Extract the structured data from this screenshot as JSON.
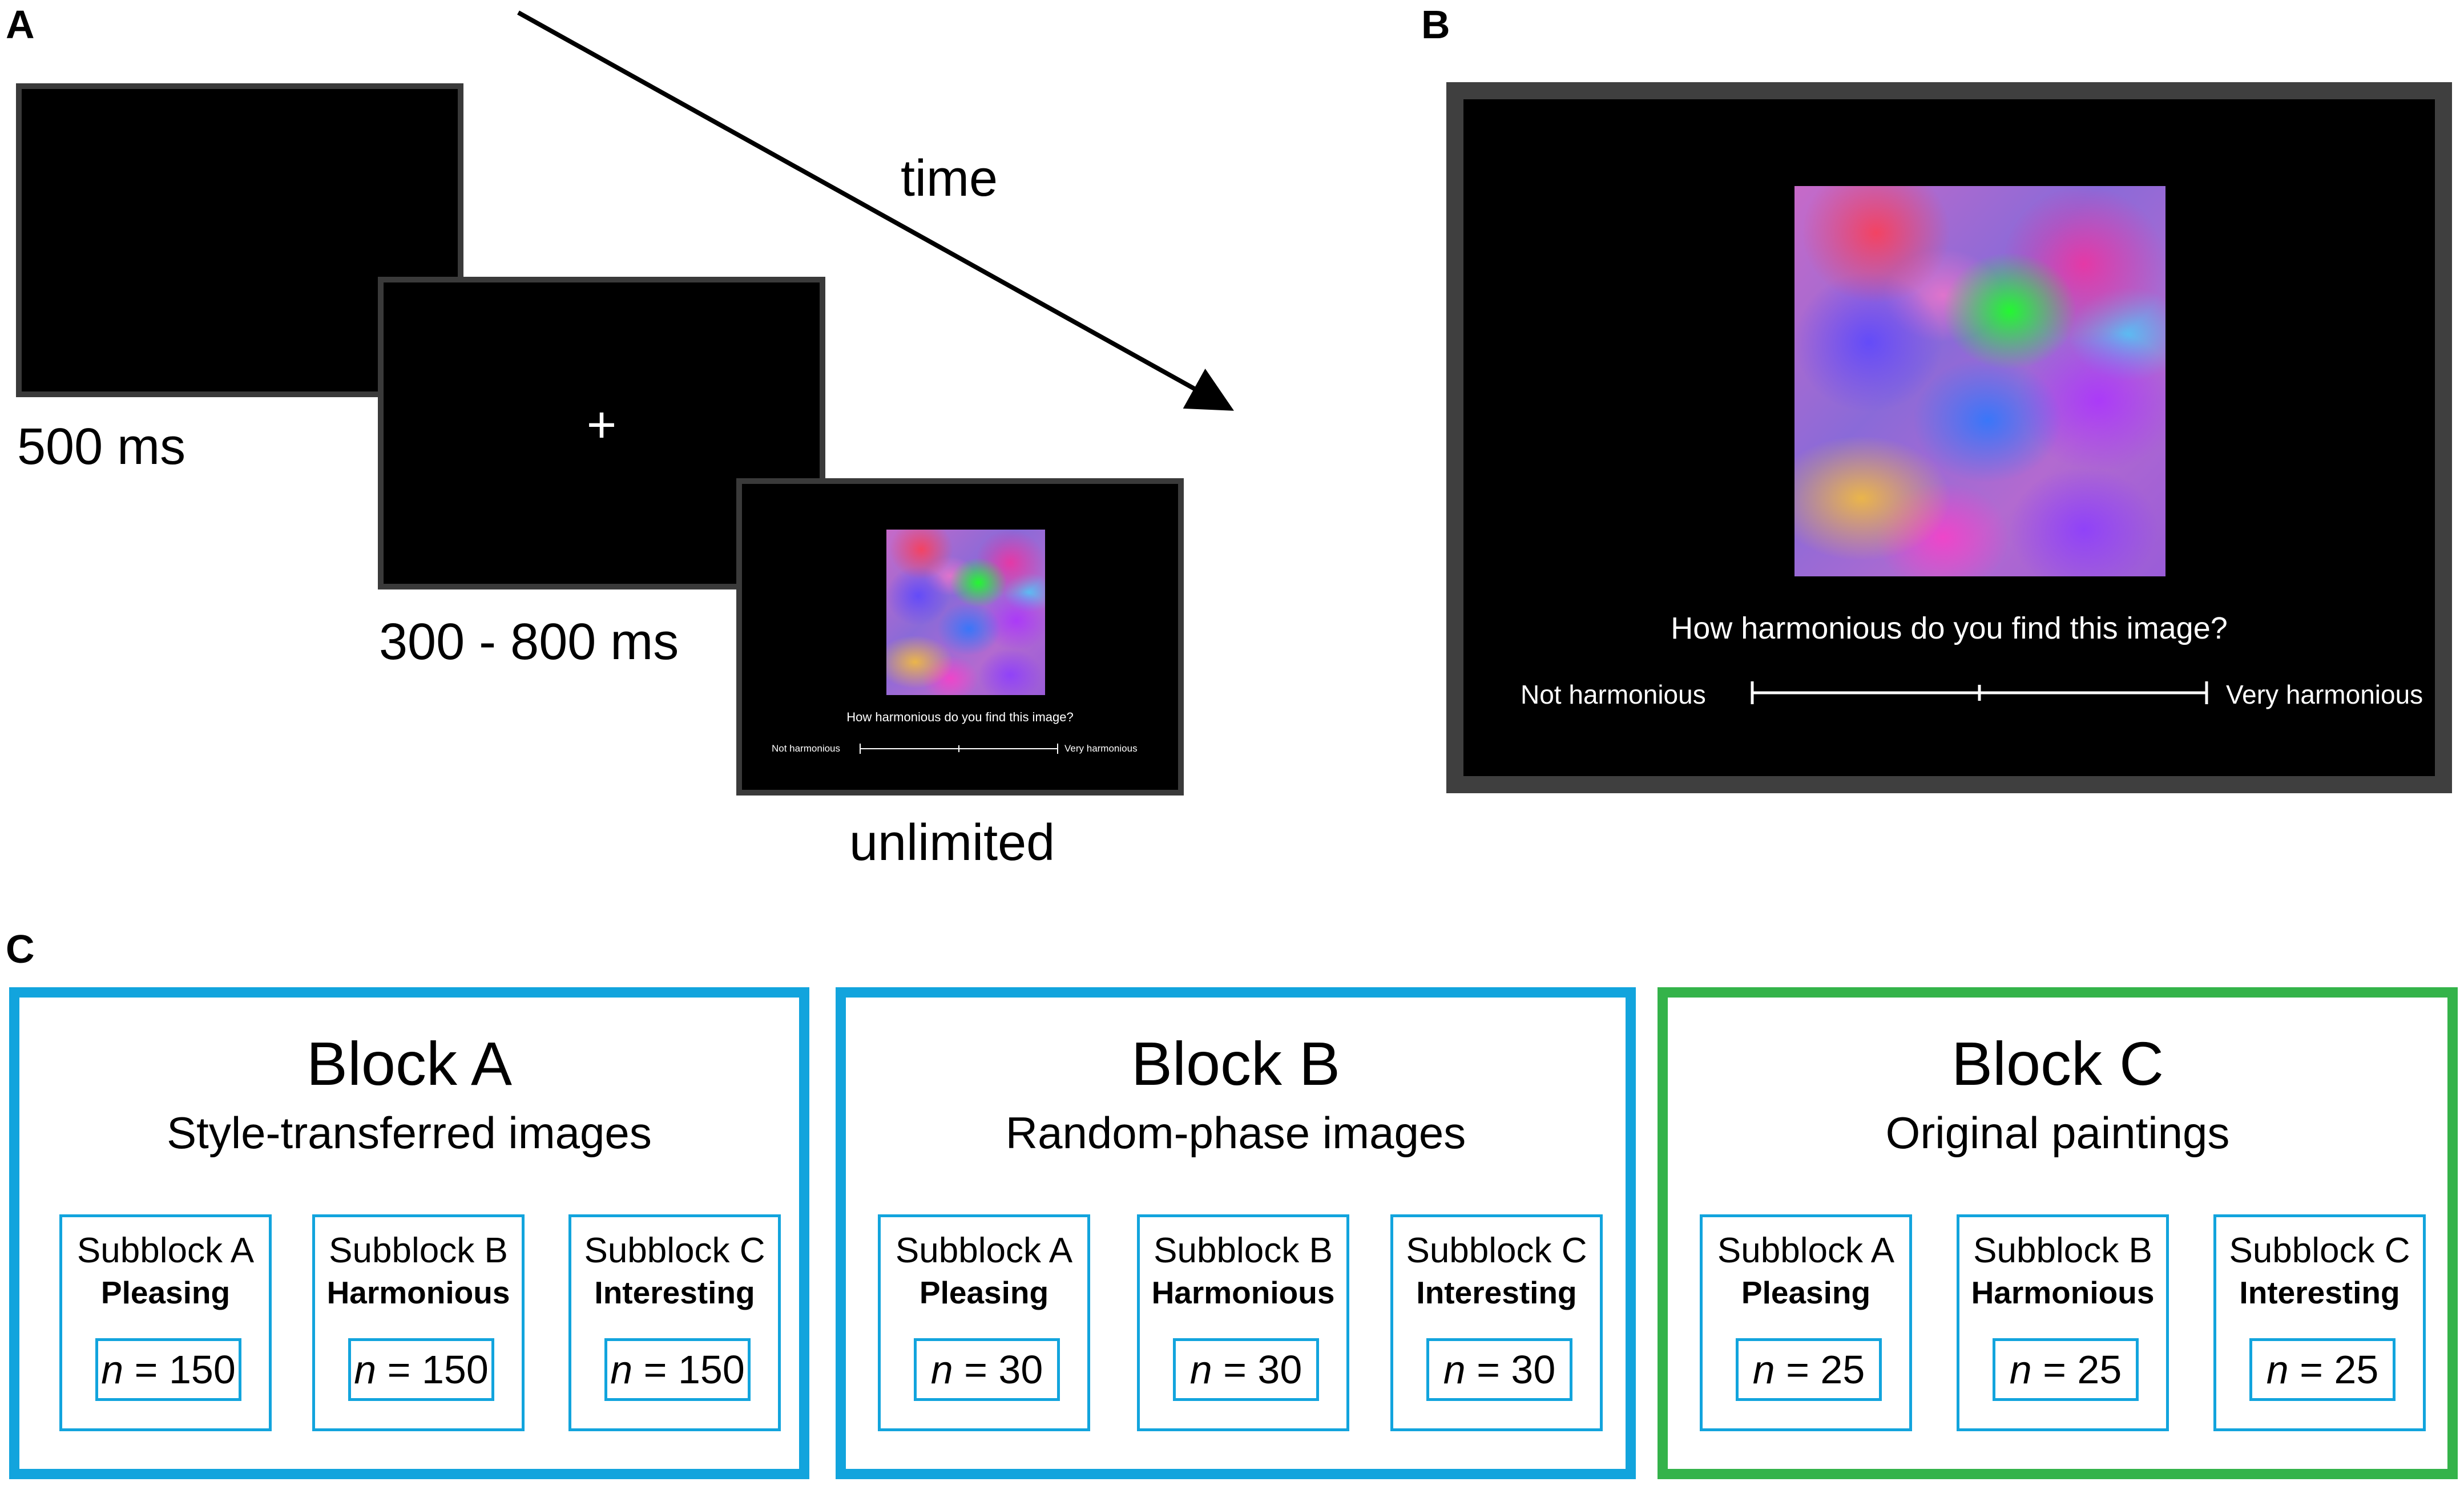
{
  "panels": {
    "a": "A",
    "b": "B",
    "c": "C"
  },
  "panel_a": {
    "screen1_duration": "500 ms",
    "fixation_symbol": "+",
    "screen2_duration": "300 - 800 ms",
    "screen3_duration": "unlimited",
    "arrow_label": "time",
    "question": "How harmonious do you find this image?",
    "scale_left": "Not harmonious",
    "scale_right": "Very harmonious"
  },
  "panel_b": {
    "question": "How harmonious do you find this image?",
    "scale_left": "Not harmonious",
    "scale_right": "Very harmonious"
  },
  "colors": {
    "blue": "#12a4dd",
    "green": "#34b34a",
    "screen_border": "#3a3a3a"
  },
  "blocks": [
    {
      "title": "Block A",
      "subtitle": "Style-transferred images",
      "subblocks": [
        {
          "name": "Subblock A",
          "condition": "Pleasing",
          "n_label": "n",
          "n_value": "= 150"
        },
        {
          "name": "Subblock B",
          "condition": "Harmonious",
          "n_label": "n",
          "n_value": "= 150"
        },
        {
          "name": "Subblock C",
          "condition": "Interesting",
          "n_label": "n",
          "n_value": "= 150"
        }
      ]
    },
    {
      "title": "Block B",
      "subtitle": "Random-phase images",
      "subblocks": [
        {
          "name": "Subblock A",
          "condition": "Pleasing",
          "n_label": "n",
          "n_value": "= 30"
        },
        {
          "name": "Subblock B",
          "condition": "Harmonious",
          "n_label": "n",
          "n_value": "= 30"
        },
        {
          "name": "Subblock C",
          "condition": "Interesting",
          "n_label": "n",
          "n_value": "= 30"
        }
      ]
    },
    {
      "title": "Block C",
      "subtitle": "Original paintings",
      "subblocks": [
        {
          "name": "Subblock A",
          "condition": "Pleasing",
          "n_label": "n",
          "n_value": "= 25"
        },
        {
          "name": "Subblock B",
          "condition": "Harmonious",
          "n_label": "n",
          "n_value": "= 25"
        },
        {
          "name": "Subblock C",
          "condition": "Interesting",
          "n_label": "n",
          "n_value": "= 25"
        }
      ]
    }
  ]
}
